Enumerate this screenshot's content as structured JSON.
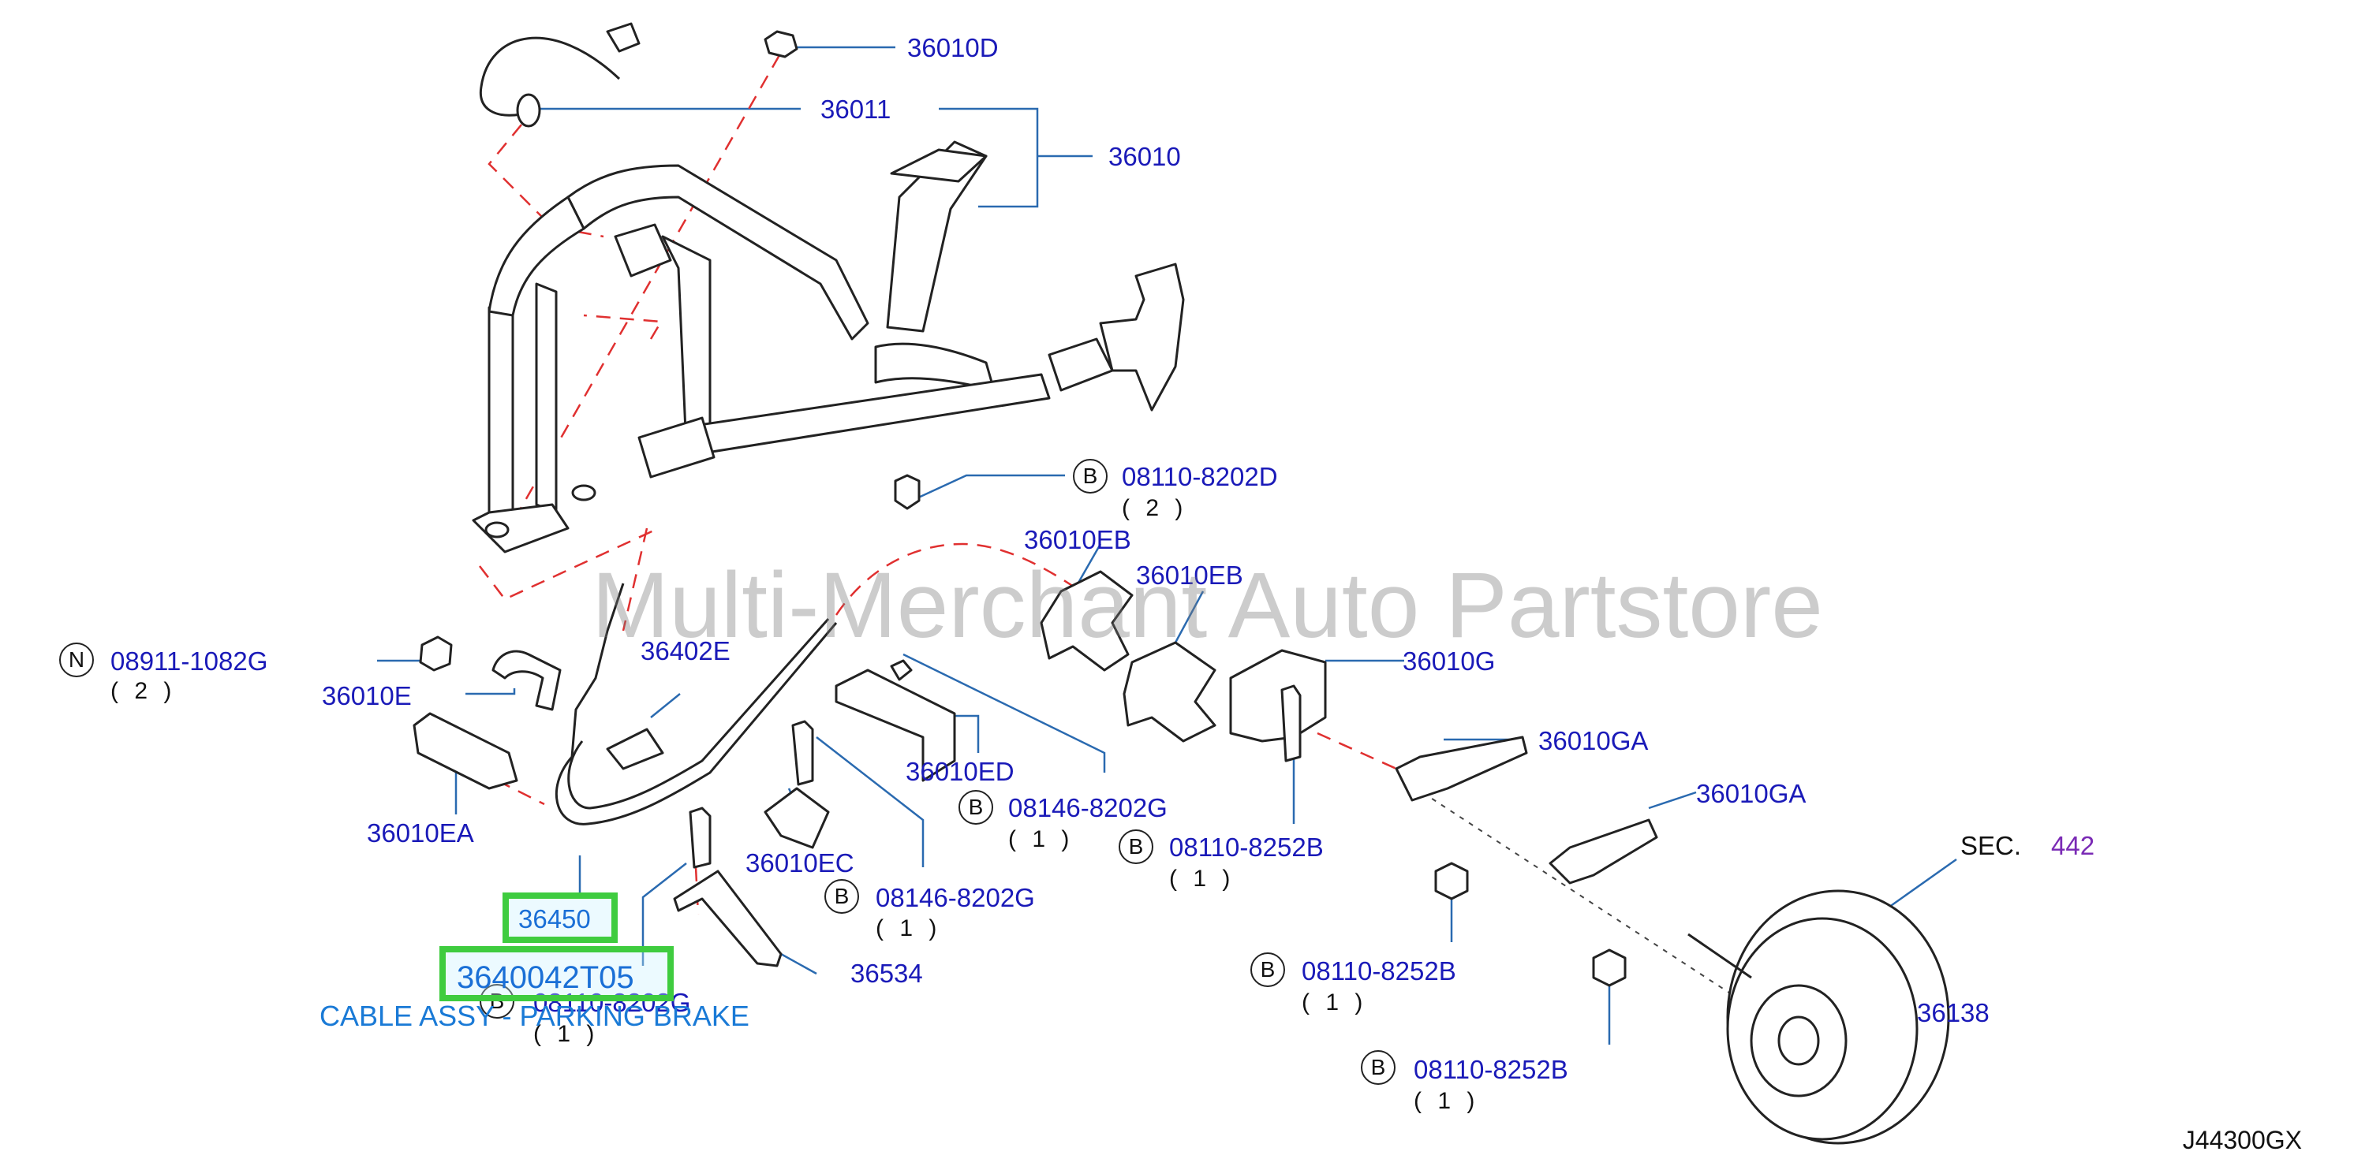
{
  "watermark": "Multi-Merchant Auto Partstore",
  "diagram_code": "J44300GX",
  "caption": "CABLE ASSY - PARKING BRAKE",
  "highlights": {
    "part": "36450",
    "oem": "3640042T05"
  },
  "callouts": {
    "p36010D": "36010D",
    "p36011": "36011",
    "p36010": "36010",
    "bolt_top": {
      "badge": "B",
      "num": "08110-8202D",
      "qty": "( 2 )"
    },
    "p36010EB_1": "36010EB",
    "p36010EB_2": "36010EB",
    "nut_left": {
      "badge": "N",
      "num": "08911-1082G",
      "qty": "( 2 )"
    },
    "p36010E": "36010E",
    "p36402E": "36402E",
    "p36010G": "36010G",
    "p36010GA_1": "36010GA",
    "p36010GA_2": "36010GA",
    "p36010ED": "36010ED",
    "bolt_ed": {
      "badge": "B",
      "num": "08146-8202G",
      "qty": "( 1 )"
    },
    "bolt_g": {
      "badge": "B",
      "num": "08110-8252B",
      "qty": "( 1 )"
    },
    "p36010EA": "36010EA",
    "p36010EC": "36010EC",
    "bolt_ec": {
      "badge": "B",
      "num": "08146-8202G",
      "qty": "( 1 )"
    },
    "sec": {
      "prefix": "SEC.",
      "num": "442"
    },
    "bolt_ga": {
      "badge": "B",
      "num": "08110-8252B",
      "qty": "( 1 )"
    },
    "p36534": "36534",
    "bolt_bottom": {
      "badge": "B",
      "num": "08110-8202G",
      "qty": "( 1 )"
    },
    "p36138": "36138",
    "bolt_drum": {
      "badge": "B",
      "num": "08110-8252B",
      "qty": "( 1 )"
    }
  },
  "colors": {
    "label": "#1a1ab8",
    "leader": "#2a6ab0",
    "dashed": "#e03030",
    "highlight": "#3fcc3f",
    "caption": "#1a7ad6",
    "sec_number": "#7a2ab5"
  }
}
